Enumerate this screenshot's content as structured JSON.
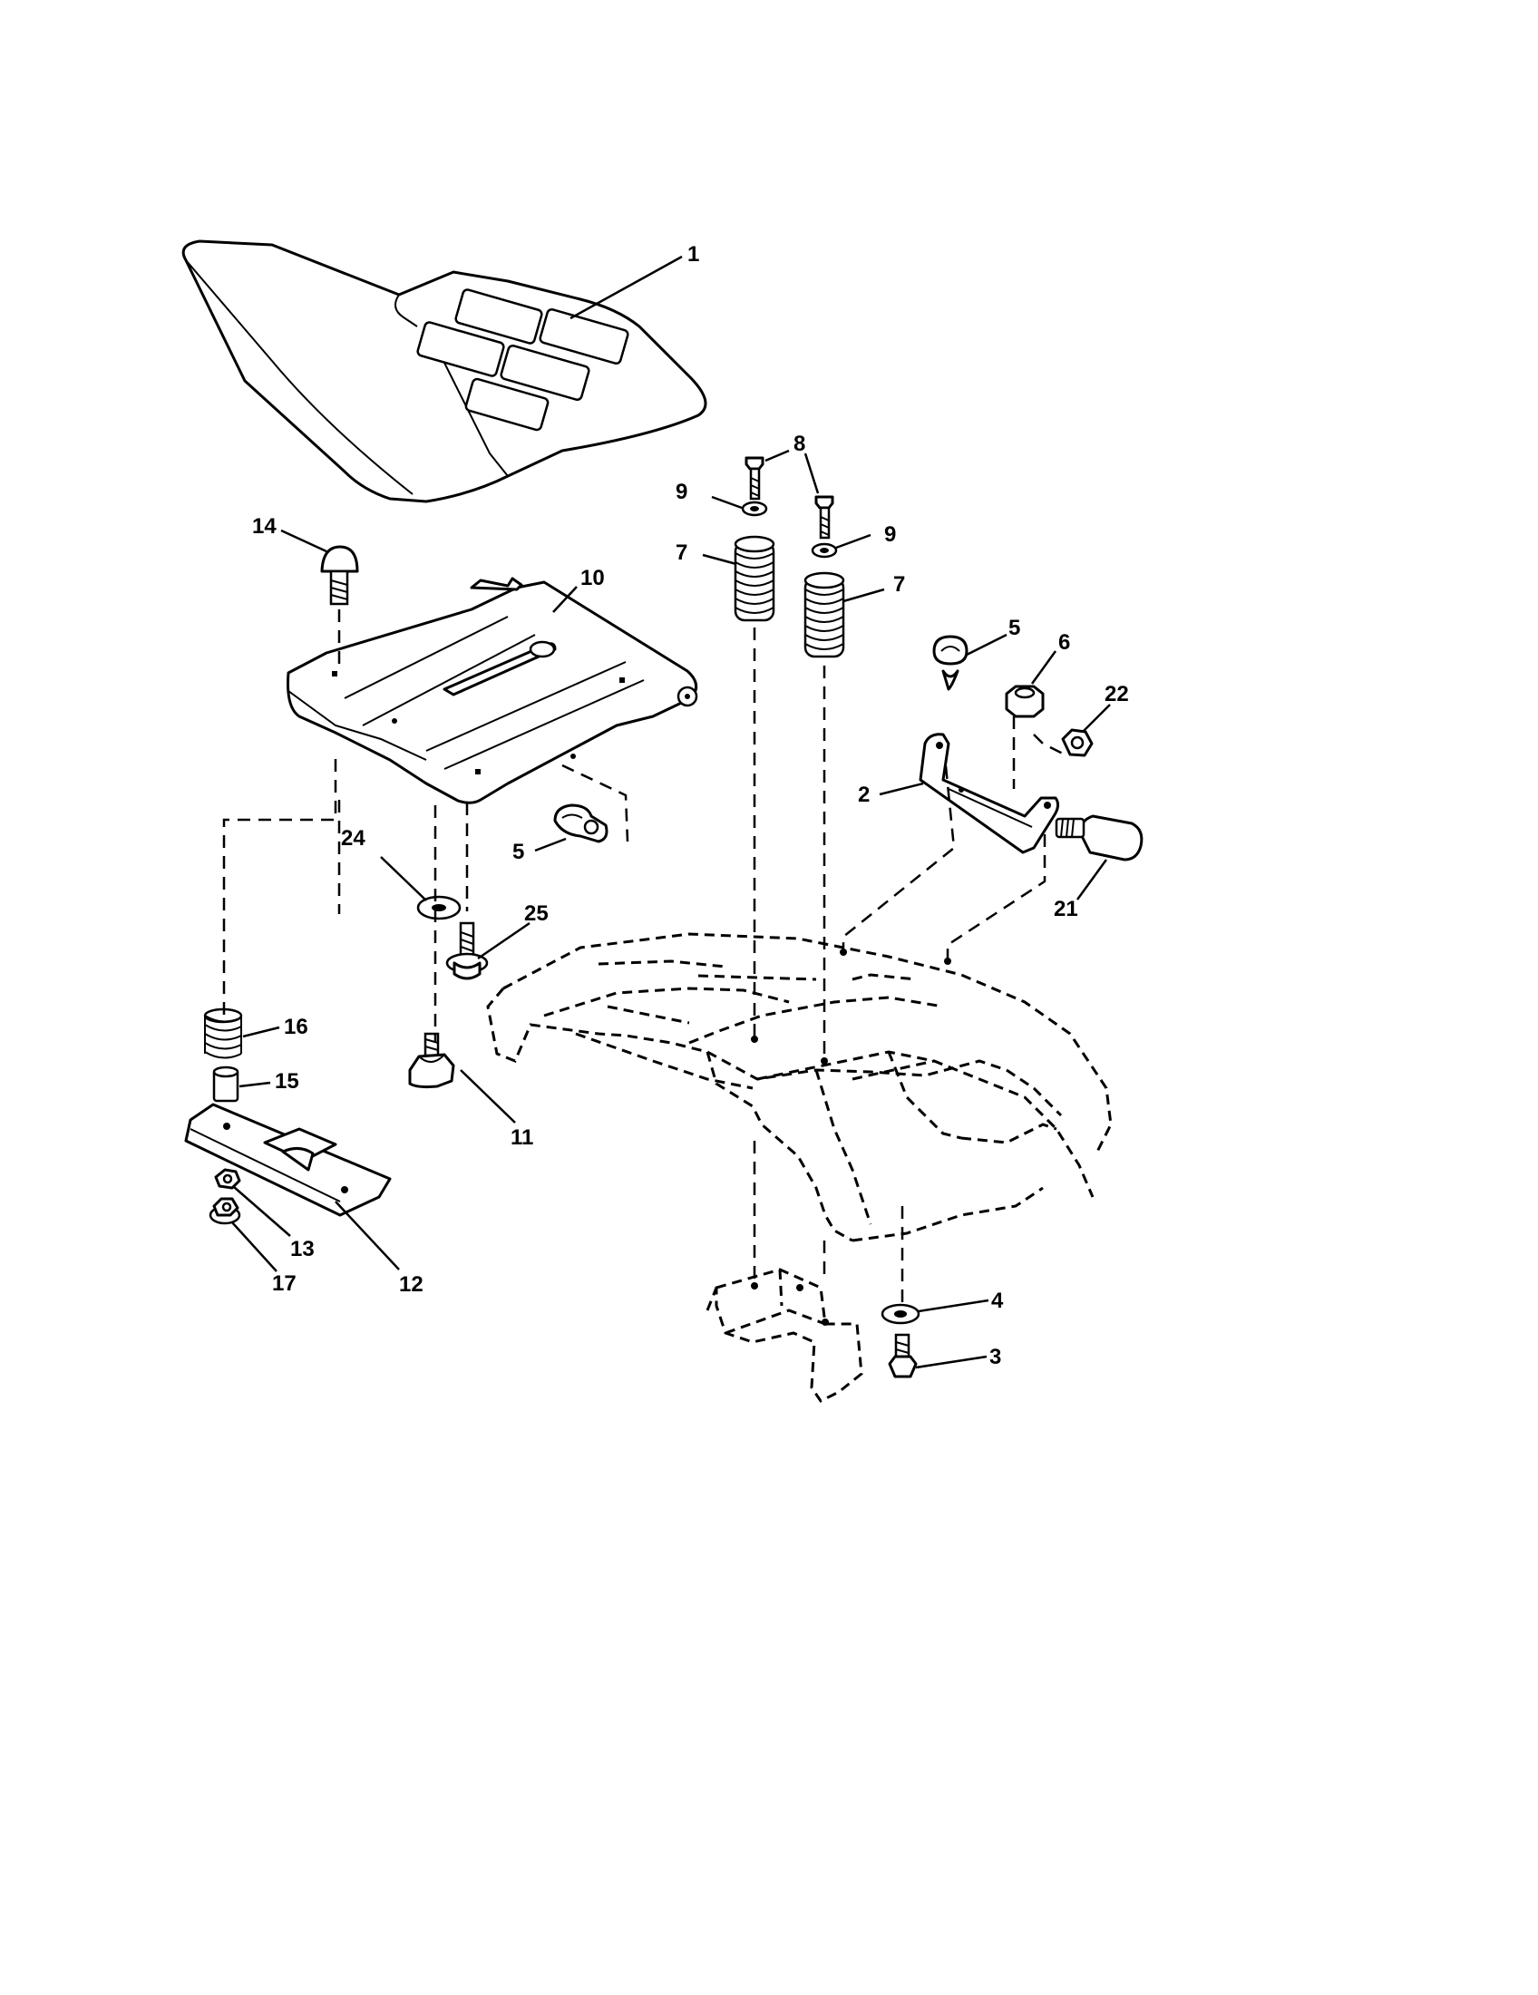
{
  "callouts": [
    {
      "id": "c1",
      "label": "1"
    },
    {
      "id": "c14",
      "label": "14"
    },
    {
      "id": "c10",
      "label": "10"
    },
    {
      "id": "c8",
      "label": "8"
    },
    {
      "id": "c9a",
      "label": "9"
    },
    {
      "id": "c9b",
      "label": "9"
    },
    {
      "id": "c7a",
      "label": "7"
    },
    {
      "id": "c7b",
      "label": "7"
    },
    {
      "id": "c5a",
      "label": "5"
    },
    {
      "id": "c6",
      "label": "6"
    },
    {
      "id": "c22",
      "label": "22"
    },
    {
      "id": "c2",
      "label": "2"
    },
    {
      "id": "c21",
      "label": "21"
    },
    {
      "id": "c5b",
      "label": "5"
    },
    {
      "id": "c24",
      "label": "24"
    },
    {
      "id": "c25",
      "label": "25"
    },
    {
      "id": "c16",
      "label": "16"
    },
    {
      "id": "c15",
      "label": "15"
    },
    {
      "id": "c11",
      "label": "11"
    },
    {
      "id": "c13",
      "label": "13"
    },
    {
      "id": "c17",
      "label": "17"
    },
    {
      "id": "c12",
      "label": "12"
    },
    {
      "id": "c4",
      "label": "4"
    },
    {
      "id": "c3",
      "label": "3"
    }
  ]
}
